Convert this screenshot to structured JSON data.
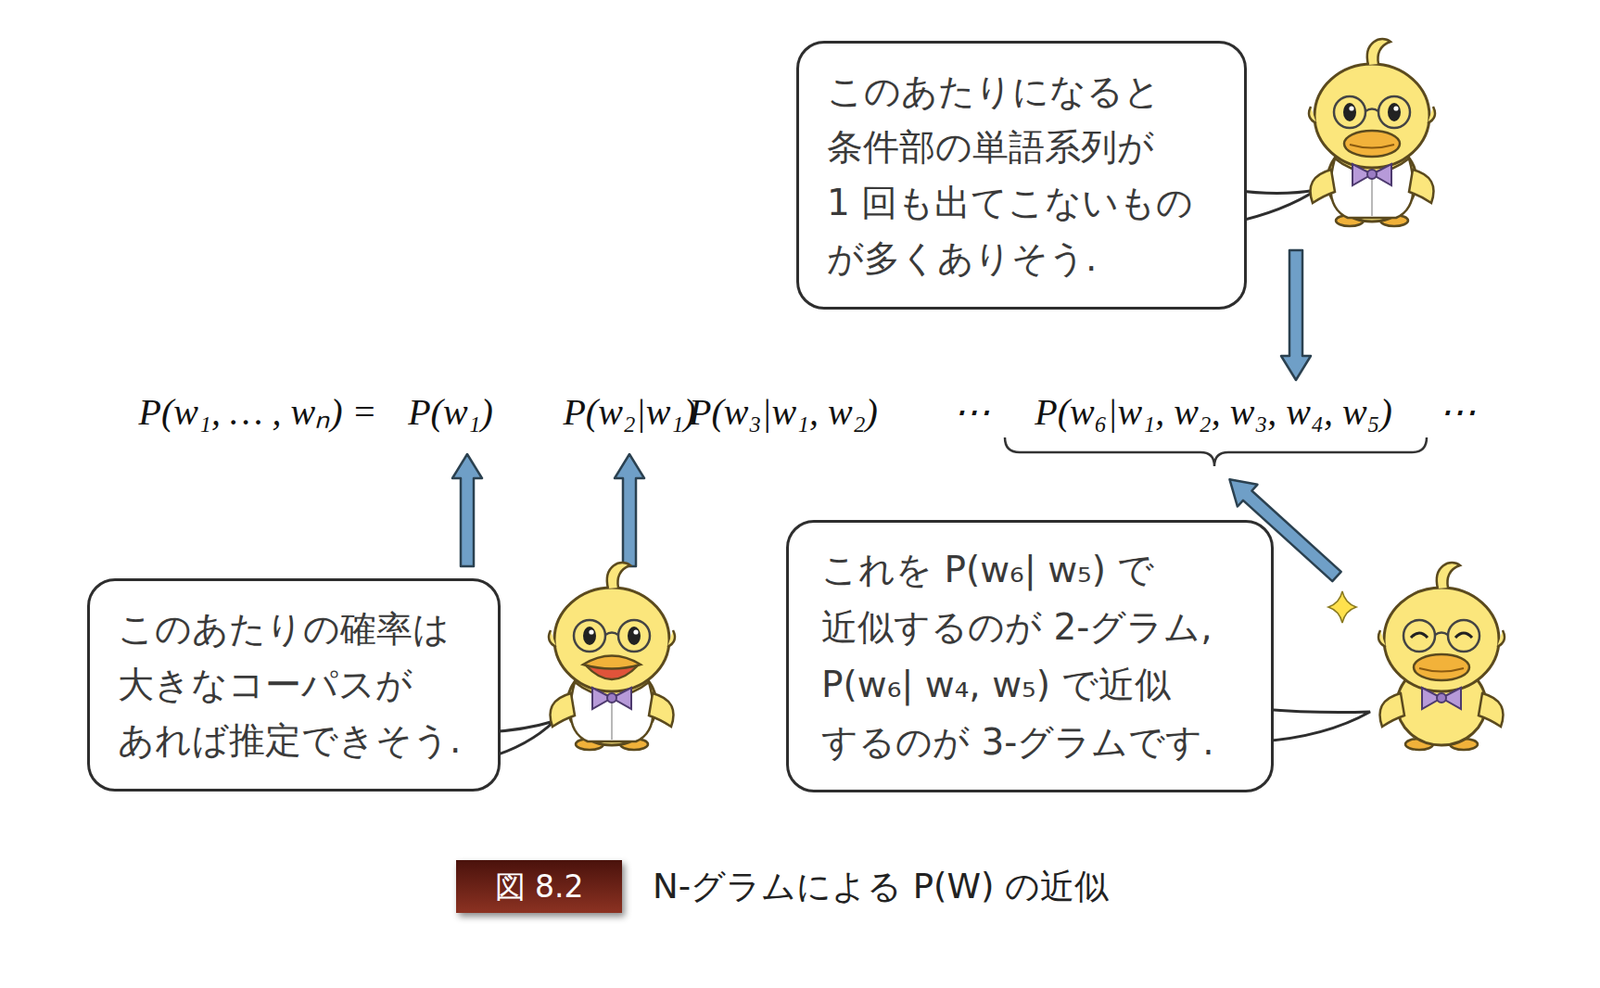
{
  "diagram": {
    "caption": "N-グラムによる P(W) の近似",
    "nodes": [
      {
        "text": [
          "このあたりになると 条件部の単語系列が 1 回も出てこないもの が多くありそう."
        ]
      },
      {
        "text": [
          "このあたりの確率は 大きなコーパスが あれば推定できそう."
        ]
      },
      {
        "text": [
          "これを P(w₆| w₅) で 近似するのが 2-グラム, P(w₆| w₄, w₅) で近似 するのが 3-グラムです."
        ]
      }
    ],
    "labels": [
      "P(w₁, … , wₙ) =",
      "P(w₁)",
      "P(w₂|w₁)",
      "P(w₃|w₁, w₂)",
      "⋯",
      "P(w₆|w₁, w₂, w₃, w₄, w₅)",
      "⋯",
      "図 8.2"
    ]
  }
}
